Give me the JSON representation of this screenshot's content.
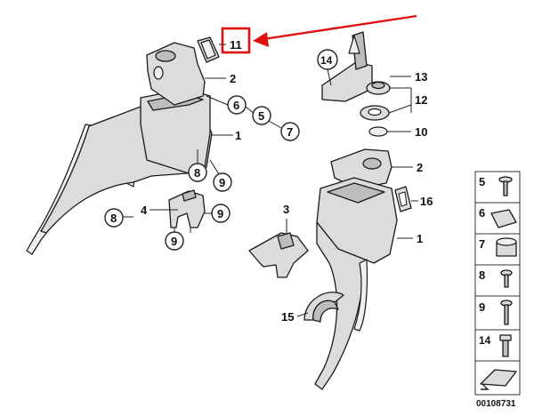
{
  "callouts": {
    "c11": "11",
    "c2a": "2",
    "c6": "6",
    "c5": "5",
    "c7": "7",
    "c1a": "1",
    "c8a": "8",
    "c9a": "9",
    "c4": "4",
    "c9b": "9",
    "c9c": "9",
    "c8b": "8",
    "c14": "14",
    "c13": "13",
    "c12": "12",
    "c10": "10",
    "c2b": "2",
    "c16": "16",
    "c3": "3",
    "c1b": "1",
    "c15": "15"
  },
  "legend": {
    "items": [
      "5",
      "6",
      "7",
      "8",
      "9",
      "14"
    ]
  },
  "diagram_id": "00108731",
  "colors": {
    "highlight": "#e01010",
    "ink": "#1a1a1a",
    "fill": "#dcdcdc"
  }
}
